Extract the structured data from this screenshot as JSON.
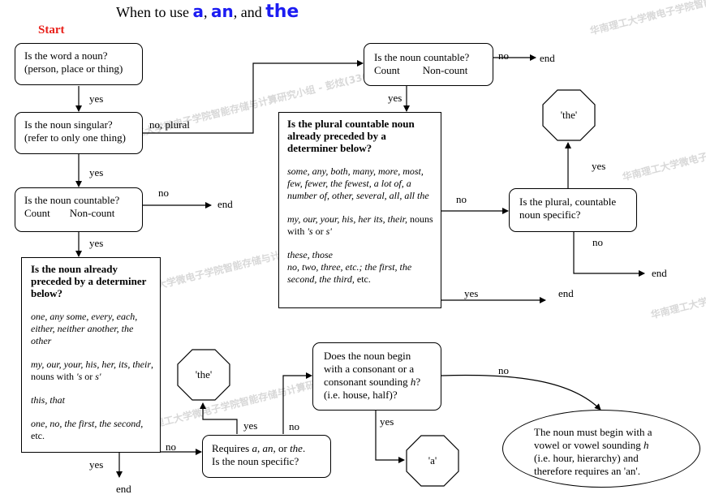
{
  "title": {
    "prefix": "When to use ",
    "a": "a",
    "sep1": ", ",
    "an": "an",
    "sep2": ", and ",
    "the": "the"
  },
  "start": "Start",
  "watermark": "华南理工大学微电子学院智能存储与计算研究小组 - 彭炫(33668405)",
  "left": {
    "noun_q": {
      "line1": "Is the word a noun?",
      "line2": "(person, place or thing)"
    },
    "singular_q": {
      "line1": "Is the noun singular?",
      "line2": "(refer to only one thing)"
    },
    "countable_q": {
      "line1": "Is the noun countable?",
      "count": "Count",
      "noncount": "Non-count"
    },
    "determiner_q": {
      "heading": "Is the noun already preceded by a determiner below?",
      "list1": "one, any some, every, each, either, neither another, the other",
      "list2_italic": "my, our, your, his, her, its, their",
      "list2_rest": ", nouns with ",
      "list2_s": "'s",
      "list2_or": " or ",
      "list2_s2": "s'",
      "list3": "this, that",
      "list4_italic": "one, no, the first, the second,",
      "list4_rest": " etc."
    }
  },
  "middle": {
    "countable_q": {
      "line1": "Is the noun countable?",
      "count": "Count",
      "noncount": "Non-count"
    },
    "plural_q": {
      "heading": "Is the plural countable noun already preceded by a determiner below?",
      "list1": "some, any, both, many, more, most, few, fewer, the fewest, a lot of, a number of, other, several, all, all the",
      "list2_italic": "my, our, your, his, her its, their,",
      "list2_rest": " nouns with ",
      "list2_s": "'s",
      "list2_or": " or ",
      "list2_s2": "s'",
      "list3": "these, those",
      "list4_italic": "no, two, three, etc.; the first, the second, the third,",
      "list4_rest": " etc."
    }
  },
  "specific_q": {
    "line1": "Is the plural, countable",
    "line2": "noun specific?"
  },
  "requires_q": {
    "p1": "Requires ",
    "a": "a",
    "c1": ", ",
    "an": "an",
    "c2": ", or ",
    "the": "the",
    "p2": ".",
    "line2": "Is the noun specific?"
  },
  "consonant_q": {
    "line1": "Does the noun begin",
    "line2": "with a consonant or a",
    "line3_pre": "consonant sounding ",
    "line3_h": "h",
    "line3_post": "?",
    "line4": "(i.e. house, half)?"
  },
  "vowel_note": {
    "line1": "The noun must begin with a",
    "line2_pre": "vowel or vowel sounding ",
    "line2_h": "h",
    "line3": "(i.e. hour, hierarchy) and",
    "line4": "therefore requires an 'an'."
  },
  "stops": {
    "the_top": "'the'",
    "the_bottom": "'the'",
    "a": "'a'"
  },
  "labels": {
    "yes": "yes",
    "no": "no",
    "no_plural": "no, plural",
    "end": "end"
  }
}
